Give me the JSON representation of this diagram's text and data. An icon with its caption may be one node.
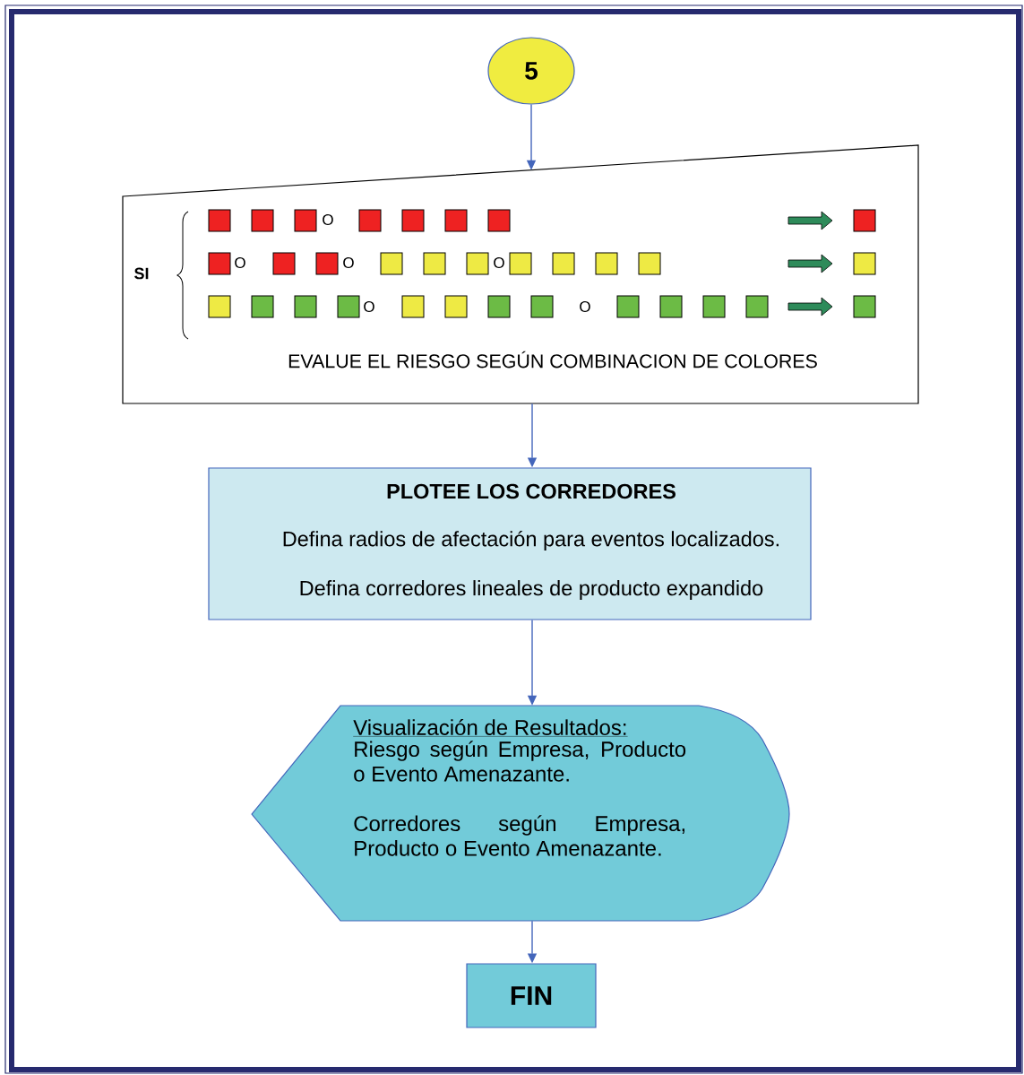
{
  "diagram": {
    "nodes": [
      {
        "text": [
          "5"
        ]
      },
      {
        "text": [
          "SI",
          "O",
          "O",
          "O",
          "O",
          "O",
          "O",
          "EVALUE EL RIESGO SEGÚN COMBINACION DE COLORES"
        ]
      },
      {
        "text": [
          "PLOTEE LOS CORREDORES",
          "Defina radios de afectación para eventos localizados.",
          "Defina corredores lineales de producto expandido"
        ]
      },
      {
        "text": [
          "Visualización de Resultados:",
          "Riesgo según Empresa, Producto o Evento Amenazante.",
          "Corredores según Empresa, Producto o Evento Amenazante."
        ]
      },
      {
        "text": [
          "FIN"
        ]
      }
    ],
    "edges": [
      {
        "from": 0,
        "to": 1,
        "arrow": "to"
      },
      {
        "from": 1,
        "to": 2,
        "arrow": "to"
      },
      {
        "from": 2,
        "to": 3,
        "arrow": "to"
      },
      {
        "from": 3,
        "to": 4,
        "arrow": "to"
      }
    ]
  }
}
